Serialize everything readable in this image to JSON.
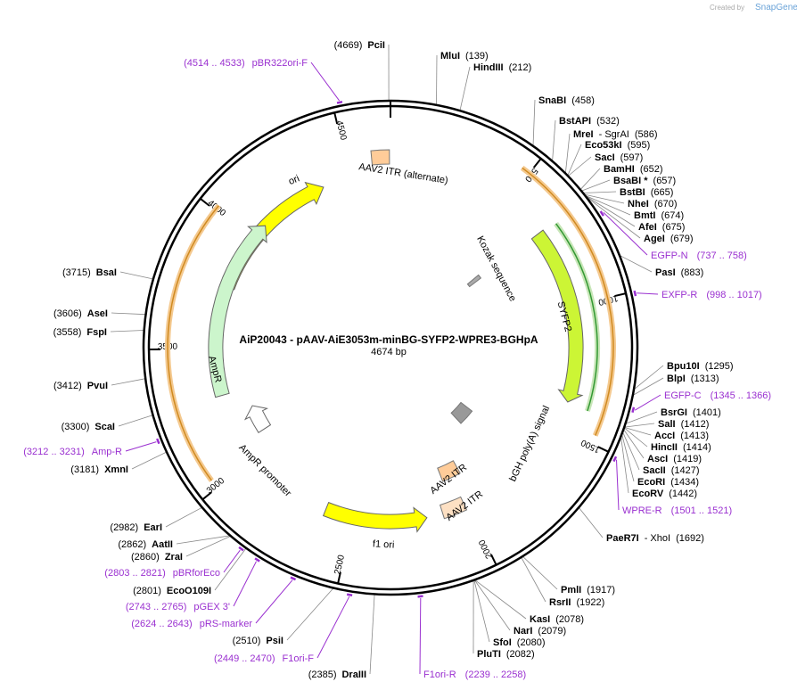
{
  "watermark": {
    "prefix": "Created by",
    "brand": "SnapGene"
  },
  "plasmid": {
    "name": "AiP20043 - pAAV-AiE3053m-minBG-SYFP2-WPRE3-BGHpA",
    "length_label": "4674 bp",
    "length": 4674
  },
  "ticks": [
    "500",
    "1000",
    "1500",
    "2000",
    "2500",
    "3000",
    "3500",
    "4000",
    "4500"
  ],
  "features": {
    "ori": "ori",
    "aav2_itr_alt": "AAV2 ITR (alternate)",
    "kozak": "Kozak sequence",
    "syfp2": "SYFP2",
    "bgh": "bGH poly(A) signal",
    "aav2_itr_1": "AAV2 ITR",
    "aav2_itr_2": "AAV2 ITR",
    "f1ori": "f1 ori",
    "ampr_promoter": "AmpR promoter",
    "ampr": "AmpR"
  },
  "sites": [
    {
      "name": "PciI",
      "pos": "(4669)"
    },
    {
      "name": "MluI",
      "pos": "(139)"
    },
    {
      "name": "HindIII",
      "pos": "(212)"
    },
    {
      "name": "SnaBI",
      "pos": "(458)"
    },
    {
      "name": "BstAPI",
      "pos": "(532)"
    },
    {
      "name": "MreI",
      "pos": "- SgrAI"
    },
    {
      "name": "Eco53kI",
      "pos": "(595)"
    },
    {
      "name": "SacI",
      "pos": "(597)"
    },
    {
      "name": "BamHI",
      "pos": "(652)"
    },
    {
      "name": "BsaBI *",
      "pos": "(657)"
    },
    {
      "name": "BstBI",
      "pos": "(665)"
    },
    {
      "name": "NheI",
      "pos": "(670)"
    },
    {
      "name": "BmtI",
      "pos": "(674)"
    },
    {
      "name": "AfeI",
      "pos": "(675)"
    },
    {
      "name": "AgeI",
      "pos": "(679)"
    },
    {
      "name": "PasI",
      "pos": "(883)"
    },
    {
      "name": "Bpu10I",
      "pos": "(1295)"
    },
    {
      "name": "BlpI",
      "pos": "(1313)"
    },
    {
      "name": "BsrGI",
      "pos": "(1401)"
    },
    {
      "name": "SalI",
      "pos": "(1412)"
    },
    {
      "name": "AccI",
      "pos": "(1413)"
    },
    {
      "name": "HincII",
      "pos": "(1414)"
    },
    {
      "name": "AscI",
      "pos": "(1419)"
    },
    {
      "name": "SacII",
      "pos": "(1427)"
    },
    {
      "name": "EcoRI",
      "pos": "(1434)"
    },
    {
      "name": "EcoRV",
      "pos": "(1442)"
    },
    {
      "name": "PaeR7I",
      "pos": "- XhoI"
    },
    {
      "name": "PmlI",
      "pos": "(1917)"
    },
    {
      "name": "RsrII",
      "pos": "(1922)"
    },
    {
      "name": "KasI",
      "pos": "(2078)"
    },
    {
      "name": "NarI",
      "pos": "(2079)"
    },
    {
      "name": "SfoI",
      "pos": "(2080)"
    },
    {
      "name": "PluTI",
      "pos": "(2082)"
    },
    {
      "name": "DraIII",
      "pos": "(2385)"
    },
    {
      "name": "PsiI",
      "pos": "(2510)"
    },
    {
      "name": "EcoO109I",
      "pos": "(2801)"
    },
    {
      "name": "ZraI",
      "pos": "(2860)"
    },
    {
      "name": "AatII",
      "pos": "(2862)"
    },
    {
      "name": "EarI",
      "pos": "(2982)"
    },
    {
      "name": "XmnI",
      "pos": "(3181)"
    },
    {
      "name": "ScaI",
      "pos": "(3300)"
    },
    {
      "name": "PvuI",
      "pos": "(3412)"
    },
    {
      "name": "FspI",
      "pos": "(3558)"
    },
    {
      "name": "AseI",
      "pos": "(3606)"
    },
    {
      "name": "BsaI",
      "pos": "(3715)"
    }
  ],
  "site_extras": {
    "sgrai_pos": "(586)",
    "xhoi_pos": "(1692)"
  },
  "primers": [
    {
      "range": "(4514 .. 4533)",
      "name": "pBR322ori-F"
    },
    {
      "range": "(737 .. 758)",
      "name": "EGFP-N"
    },
    {
      "range": "(998 .. 1017)",
      "name": "EXFP-R"
    },
    {
      "range": "(1345 .. 1366)",
      "name": "EGFP-C"
    },
    {
      "range": "(1501 .. 1521)",
      "name": "WPRE-R"
    },
    {
      "range": "(2239 .. 2258)",
      "name": "F1ori-R"
    },
    {
      "range": "(2449 .. 2470)",
      "name": "F1ori-F"
    },
    {
      "range": "(2624 .. 2643)",
      "name": "pRS-marker"
    },
    {
      "range": "(2743 .. 2765)",
      "name": "pGEX 3'"
    },
    {
      "range": "(2803 .. 2821)",
      "name": "pBRforEco"
    },
    {
      "range": "(3212 .. 3231)",
      "name": "Amp-R"
    }
  ],
  "colors": {
    "ori": "#ffff00",
    "syfp2": "#ccf535",
    "ampr": "#ccf5cc",
    "itr": "#ffcc99",
    "bgh": "#999999",
    "primer": "#9a30d0",
    "orange_arc": "#d08a20",
    "green_arc": "#339933"
  }
}
